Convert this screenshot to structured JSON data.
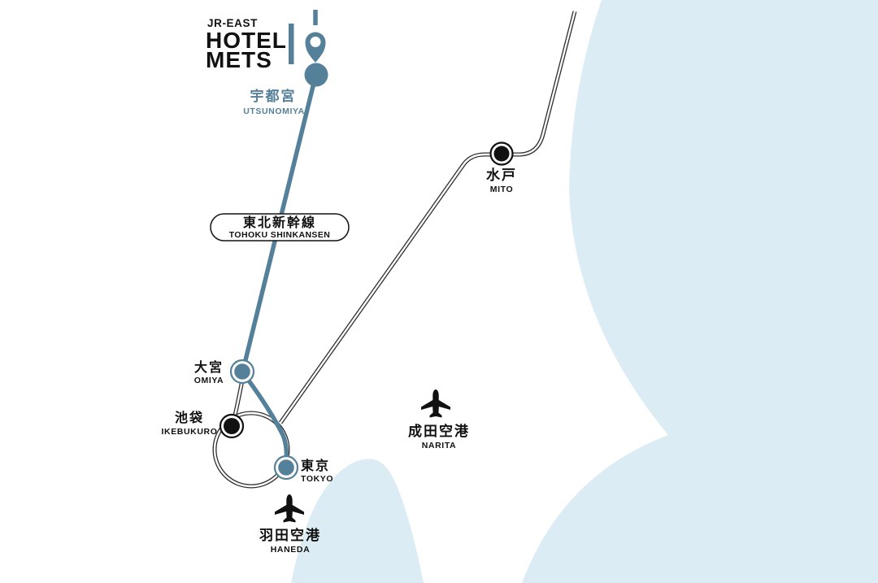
{
  "logo": {
    "brand": "JR-EAST",
    "line1": "HOTEL",
    "line2": "METS"
  },
  "line_badge": {
    "ja": "東北新幹線",
    "en": "TOHOKU SHINKANSEN"
  },
  "stations": {
    "utsunomiya": {
      "ja": "宇都宮",
      "en": "UTSUNOMIYA"
    },
    "mito": {
      "ja": "水戸",
      "en": "MITO"
    },
    "omiya": {
      "ja": "大宮",
      "en": "OMIYA"
    },
    "ikebukuro": {
      "ja": "池袋",
      "en": "IKEBUKURO"
    },
    "tokyo": {
      "ja": "東京",
      "en": "TOKYO"
    }
  },
  "airports": {
    "narita": {
      "ja": "成田空港",
      "en": "NARITA"
    },
    "haneda": {
      "ja": "羽田空港",
      "en": "HANEDA"
    }
  },
  "colors": {
    "accent_teal": "#54809a",
    "water": "#dcecf4",
    "rail": "#2f2f2f",
    "text": "#111111"
  }
}
